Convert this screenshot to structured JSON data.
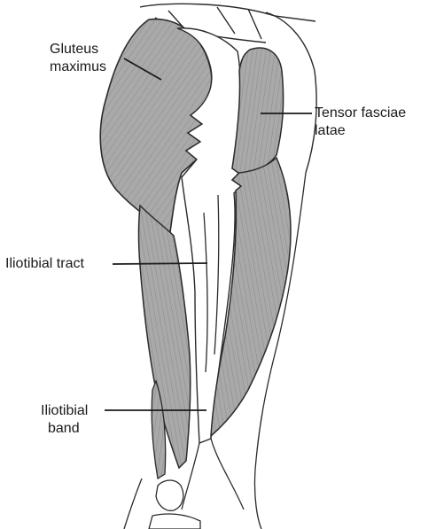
{
  "labels": {
    "gluteus_line1": "Gluteus",
    "gluteus_line2": "maximus",
    "tensor_line1": "Tensor fasciae",
    "tensor_line2": "latae",
    "tract": "Iliotibial tract",
    "band_line1": "Iliotibial",
    "band_line2": "band"
  },
  "colors": {
    "muscle_fill": "#a9a9a9",
    "outline": "#2b2b2b",
    "background": "#ffffff"
  }
}
